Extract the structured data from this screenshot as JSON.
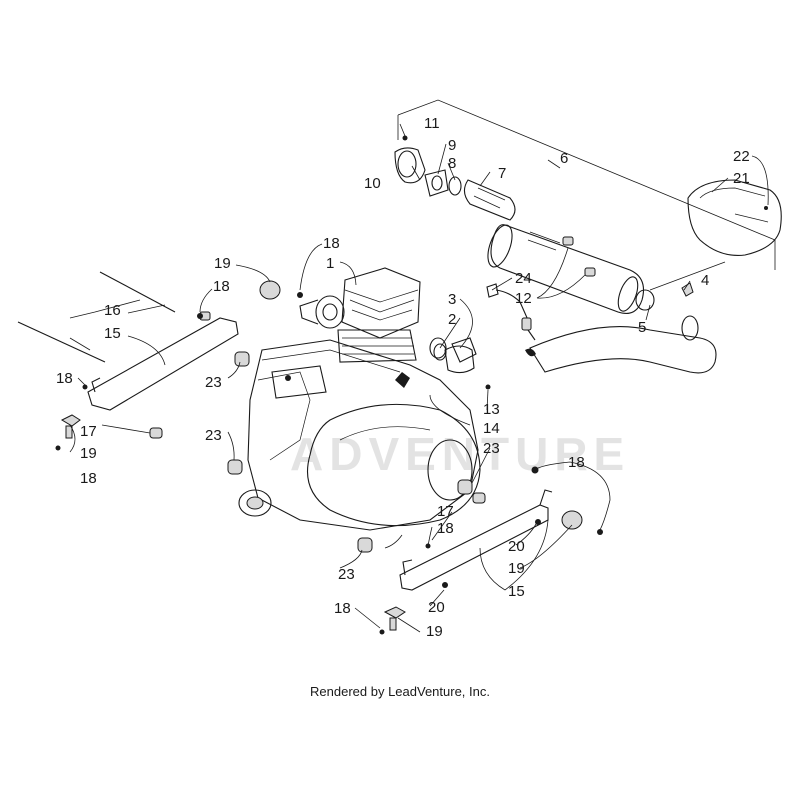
{
  "watermark": "ADVENTURE",
  "credit": "Rendered by LeadVenture, Inc.",
  "callouts": {
    "c1": "1",
    "c2": "2",
    "c3": "3",
    "c4": "4",
    "c5": "5",
    "c6": "6",
    "c7": "7",
    "c8": "8",
    "c9": "9",
    "c10": "10",
    "c11": "11",
    "c12": "12",
    "c13": "13",
    "c14": "14",
    "c15a": "15",
    "c15b": "15",
    "c16": "16",
    "c17a": "17",
    "c17b": "17",
    "c18a": "18",
    "c18b": "18",
    "c18c": "18",
    "c18d": "18",
    "c18e": "18",
    "c18f": "18",
    "c18g": "18",
    "c19a": "19",
    "c19b": "19",
    "c19c": "19",
    "c19d": "19",
    "c20a": "20",
    "c20b": "20",
    "c21": "21",
    "c22": "22",
    "c23a": "23",
    "c23b": "23",
    "c23c": "23",
    "c23d": "23",
    "c24": "24"
  }
}
